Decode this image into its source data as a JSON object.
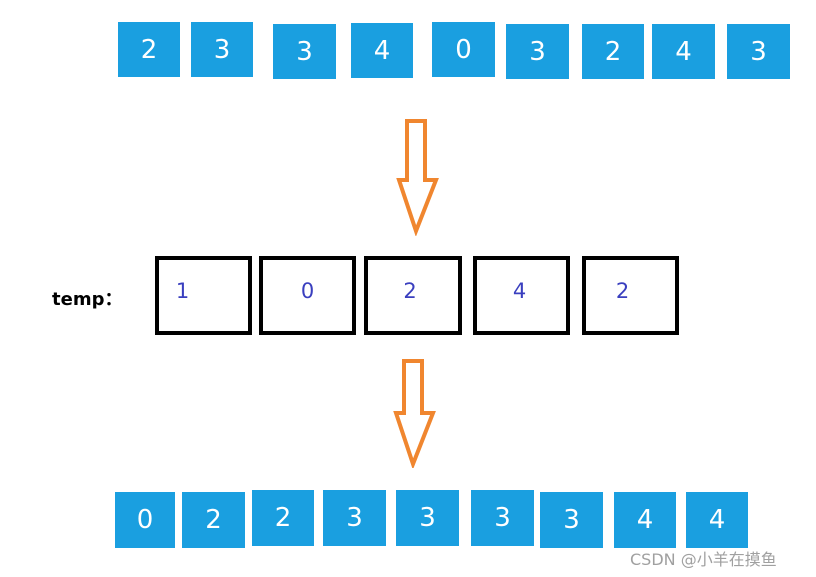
{
  "input_array": {
    "values": [
      "2",
      "3",
      "3",
      "4",
      "0",
      "3",
      "2",
      "4",
      "3"
    ]
  },
  "temp_array": {
    "label": "temp：",
    "values": [
      "1",
      "0",
      "2",
      "4",
      "2"
    ]
  },
  "output_array": {
    "values": [
      "0",
      "2",
      "2",
      "3",
      "3",
      "3",
      "3",
      "4",
      "4"
    ]
  },
  "watermark": "CSDN @小羊在摸鱼",
  "colors": {
    "cell_fill": "#1a9fe0",
    "cell_text": "#ffffff",
    "temp_border": "#000000",
    "temp_text": "#3a3fbf",
    "arrow": "#f0862f"
  },
  "icons": {
    "arrow": "arrow-down-icon"
  }
}
